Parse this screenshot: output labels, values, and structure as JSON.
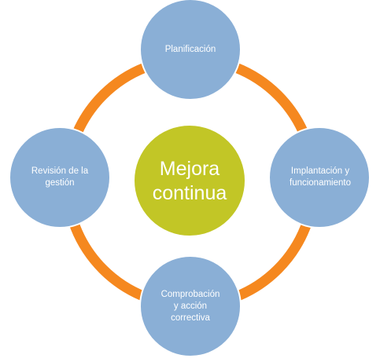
{
  "colors": {
    "ring": "#F5881F",
    "node_fill": "#8AAFD6",
    "node_stroke": "#ffffff",
    "center_fill": "#C2C626",
    "text": "#ffffff"
  },
  "center": {
    "label": "Mejora\ncontinua"
  },
  "nodes": [
    {
      "id": "planificacion",
      "label": "Planificación"
    },
    {
      "id": "implantacion",
      "label": "Implantación  y\nfuncionamiento"
    },
    {
      "id": "comprobacion",
      "label": "Comprobación\ny acción\ncorrectiva"
    },
    {
      "id": "revision",
      "label": "Revisión de la\ngestión"
    }
  ]
}
